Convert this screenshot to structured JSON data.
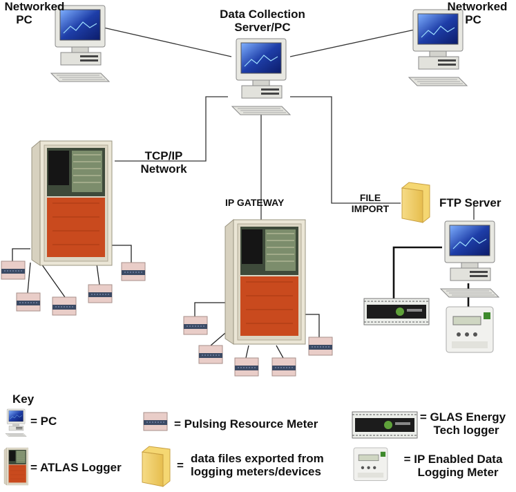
{
  "labels": {
    "networked_pc_left": [
      "Networked",
      "PC"
    ],
    "networked_pc_right": [
      "Networked",
      "PC"
    ],
    "server": [
      "Data Collection",
      "Server/PC"
    ],
    "tcpip": [
      "TCP/IP",
      "Network"
    ],
    "ip_gateway": "IP GATEWAY",
    "file_import": [
      "FILE",
      "IMPORT"
    ],
    "ftp_server": "FTP Server"
  },
  "key": {
    "title": "Key",
    "pc": "= PC",
    "atlas": "= ATLAS Logger",
    "pulsing": "= Pulsing Resource Meter",
    "files": [
      "data files exported from",
      "logging meters/devices"
    ],
    "files_eq": "=",
    "glas": [
      "= GLAS Energy",
      "Tech logger"
    ],
    "ip_meter": [
      "= IP Enabled Data",
      "Logging Meter"
    ]
  },
  "colors": {
    "cabinet": "#e9e3d2",
    "cabinet_edge": "#9a9480",
    "board": "#c94a1e",
    "meter": "#e7c9c4",
    "meter_band": "#3b4a64",
    "folder": "#f2cf6b",
    "screen": "#1a3ea8"
  }
}
